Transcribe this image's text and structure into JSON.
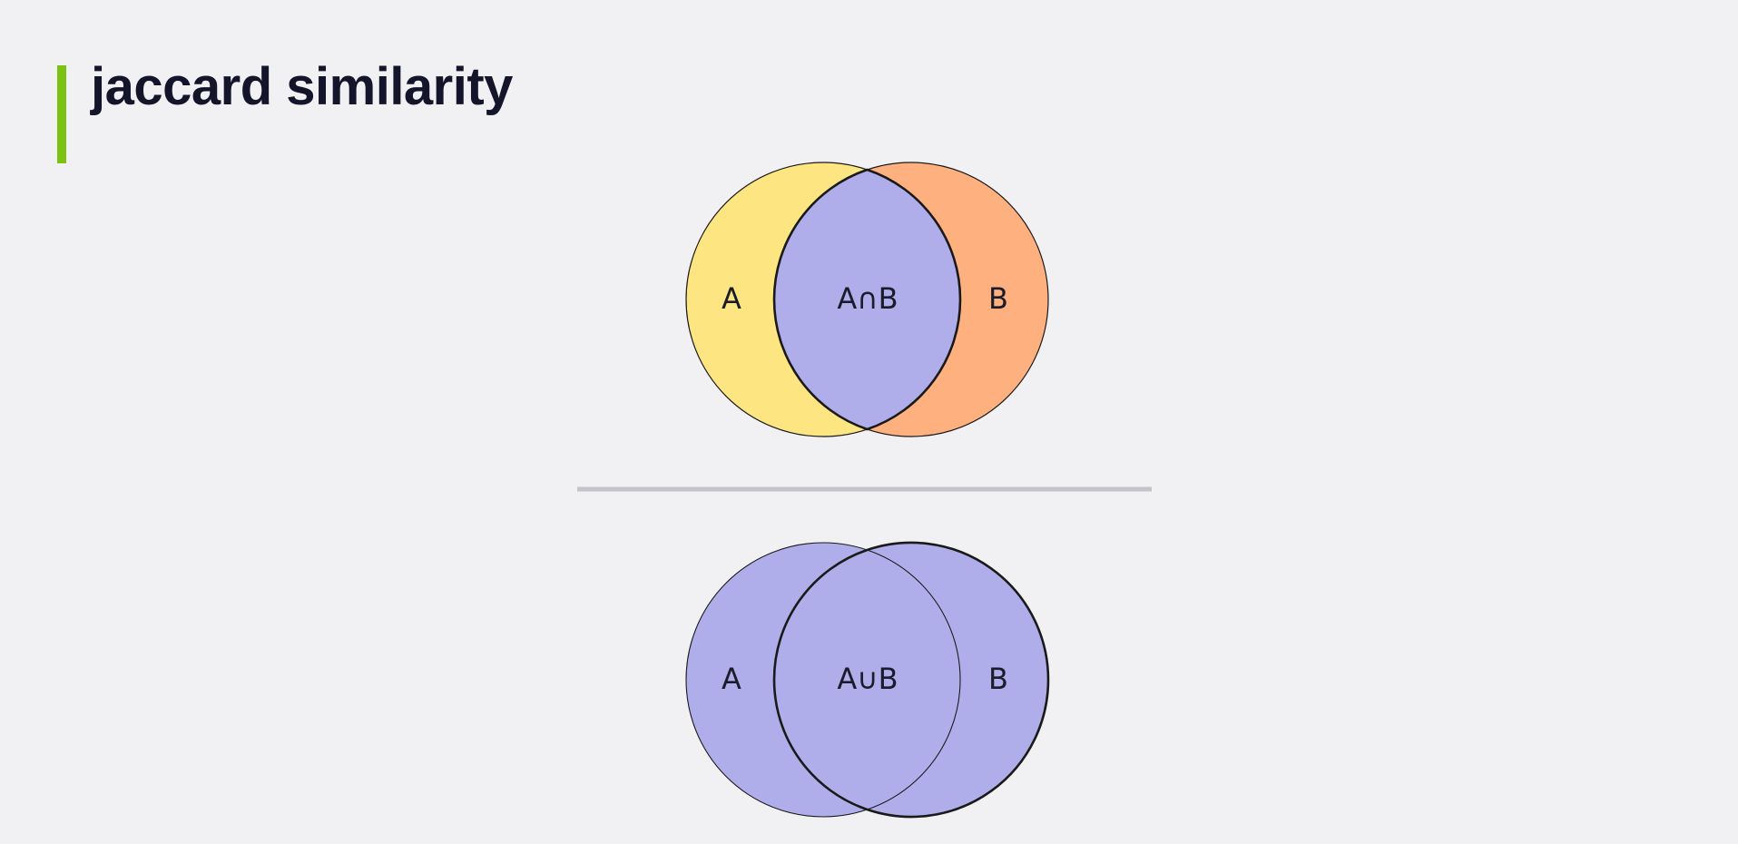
{
  "slide": {
    "title": "jaccard similarity"
  },
  "colors": {
    "accent": "#7cc212",
    "set_a": "#fde682",
    "set_b": "#ffb07f",
    "highlight": "#b0aeea",
    "divider": "#c3c3c9",
    "outline": "#1a1a1a"
  },
  "numerator": {
    "highlighted_region": "intersection",
    "label_a": "A",
    "label_center": "A∩B",
    "label_b": "B"
  },
  "denominator": {
    "highlighted_region": "union",
    "label_a": "A",
    "label_center": "A∪B",
    "label_b": "B"
  }
}
